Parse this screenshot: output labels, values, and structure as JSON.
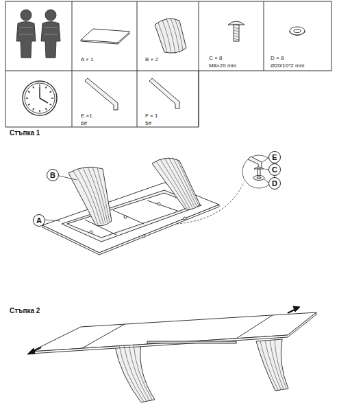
{
  "diagram": {
    "nodes": [
      {
        "text": [
          "B"
        ]
      },
      {
        "text": [
          "A"
        ]
      },
      {
        "text": [
          "E"
        ]
      },
      {
        "text": [
          "C"
        ]
      },
      {
        "text": [
          "D"
        ]
      }
    ],
    "labels": [
      "A × 1",
      "B × 2",
      "C × 8",
      "M8×20 mm",
      "D × 8",
      "Ø20/10*2 mm",
      "E ×1",
      "6#",
      "F × 1",
      "5#",
      "Стъпка 1",
      "Стъпка 2"
    ]
  }
}
